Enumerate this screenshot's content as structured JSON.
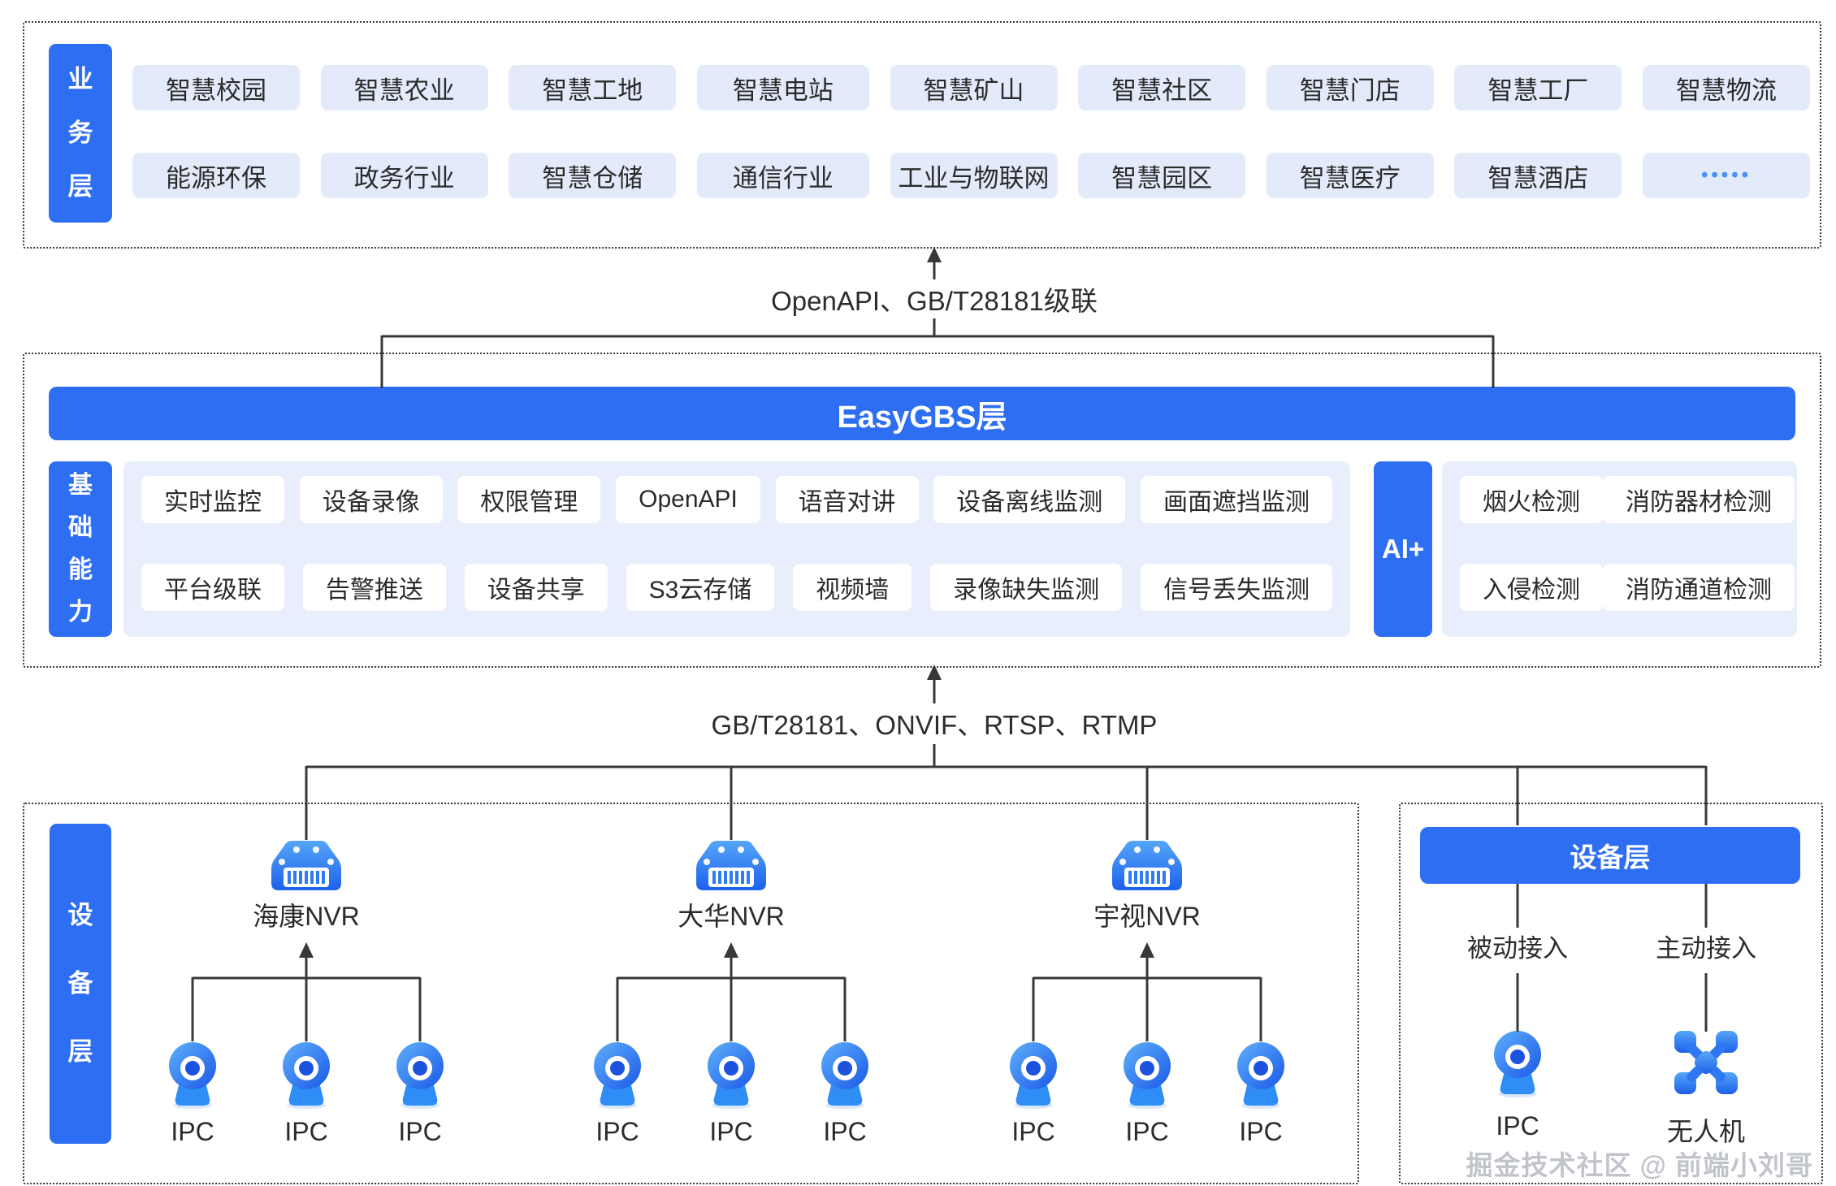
{
  "business_layer": {
    "label": "业务层",
    "row1": [
      "智慧校园",
      "智慧农业",
      "智慧工地",
      "智慧电站",
      "智慧矿山",
      "智慧社区",
      "智慧门店",
      "智慧工厂",
      "智慧物流"
    ],
    "row2": [
      "能源环保",
      "政务行业",
      "智慧仓储",
      "通信行业",
      "工业与物联网",
      "智慧园区",
      "智慧医疗",
      "智慧酒店",
      "•••••"
    ]
  },
  "links": {
    "top_label": "OpenAPI、GB/T28181级联",
    "bottom_label": "GB/T28181、ONVIF、RTSP、RTMP"
  },
  "easygbs_layer": {
    "banner": "EasyGBS层",
    "base_label": "基础能力",
    "capabilities_row1": [
      "实时监控",
      "设备录像",
      "权限管理",
      "OpenAPI",
      "语音对讲",
      "设备离线监测",
      "画面遮挡监测"
    ],
    "capabilities_row2": [
      "平台级联",
      "告警推送",
      "设备共享",
      "S3云存储",
      "视频墙",
      "录像缺失监测",
      "信号丢失监测"
    ],
    "ai_label": "AI+",
    "ai_row1": [
      "烟火检测",
      "消防器材检测"
    ],
    "ai_row2": [
      "入侵检测",
      "消防通道检测"
    ]
  },
  "device_layer": {
    "label": "设备层",
    "nvr_groups": [
      {
        "name": "海康NVR",
        "cameras": [
          "IPC",
          "IPC",
          "IPC"
        ]
      },
      {
        "name": "大华NVR",
        "cameras": [
          "IPC",
          "IPC",
          "IPC"
        ]
      },
      {
        "name": "宇视NVR",
        "cameras": [
          "IPC",
          "IPC",
          "IPC"
        ]
      }
    ]
  },
  "device_access": {
    "banner": "设备层",
    "passive_label": "被动接入",
    "active_label": "主动接入",
    "passive_device": "IPC",
    "active_device": "无人机"
  },
  "watermark": "掘金技术社区 @ 前端小刘哥",
  "colors": {
    "primary_blue": "#2d6ef3",
    "light_chip": "#e3ebfa",
    "light_panel": "#e8eefc",
    "line": "#383838",
    "dots_accent": "#4a90f6"
  }
}
